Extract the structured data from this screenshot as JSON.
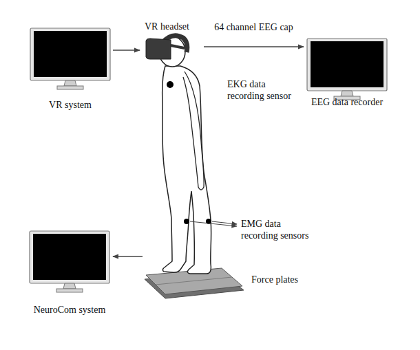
{
  "diagram": {
    "nodes": [
      {
        "text": [
          "VR system"
        ]
      },
      {
        "text": [
          "VR headset"
        ]
      },
      {
        "text": [
          "EEG data recorder"
        ]
      },
      {
        "text": [
          "Force plates"
        ]
      },
      {
        "text": [
          "NeuroCom system"
        ]
      }
    ],
    "edges": [
      {
        "from": 0,
        "to": 1,
        "arrow": "to"
      },
      {
        "from": 1,
        "to": 2,
        "label": "64 channel EEG cap",
        "arrow": "to"
      },
      {
        "from": 3,
        "to": 4,
        "arrow": "to"
      }
    ],
    "labels": [
      "EKG data recording sensor",
      "EMG data recording sensors"
    ]
  }
}
